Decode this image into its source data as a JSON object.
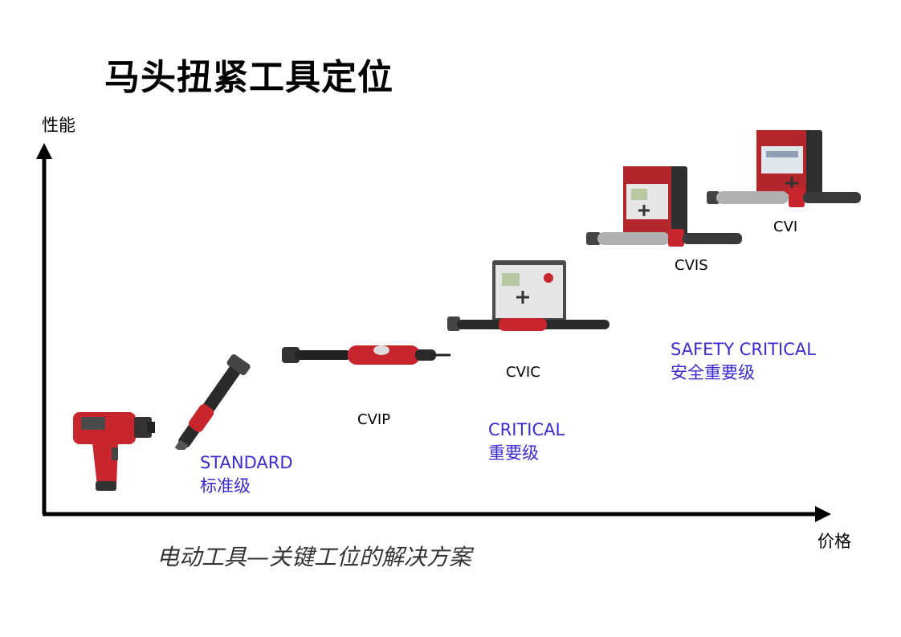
{
  "title": "马头扭紧工具定位",
  "axes": {
    "y_label": "性能",
    "x_label": "价格"
  },
  "colors": {
    "category_text": "#3a2bd0",
    "tool_red": "#c8262c",
    "tool_dark": "#2a2a2a",
    "box_red": "#b3262b",
    "box_panel": "#e6e6e6"
  },
  "products": [
    {
      "model": "CVIP"
    },
    {
      "model": "CVIC"
    },
    {
      "model": "CVIS"
    },
    {
      "model": "CVI"
    }
  ],
  "categories": [
    {
      "en": "STANDARD",
      "zh": "标准级"
    },
    {
      "en": "CRITICAL",
      "zh": "重要级"
    },
    {
      "en": "SAFETY CRITICAL",
      "zh": "安全重要级"
    }
  ],
  "caption": "电动工具—关键工位的解决方案"
}
